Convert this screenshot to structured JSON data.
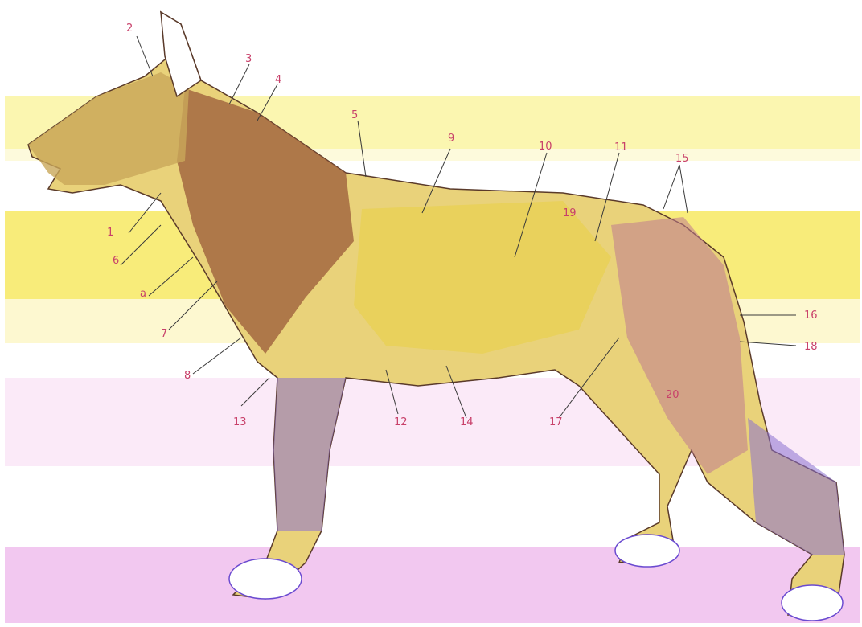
{
  "labels": [
    {
      "id": "1",
      "text": "1"
    },
    {
      "id": "2",
      "text": "2"
    },
    {
      "id": "3",
      "text": "3"
    },
    {
      "id": "4",
      "text": "4"
    },
    {
      "id": "5",
      "text": "5"
    },
    {
      "id": "6",
      "text": "6"
    },
    {
      "id": "7",
      "text": "7"
    },
    {
      "id": "8",
      "text": "8"
    },
    {
      "id": "9",
      "text": "9"
    },
    {
      "id": "10",
      "text": "10"
    },
    {
      "id": "11",
      "text": "11"
    },
    {
      "id": "12",
      "text": "12"
    },
    {
      "id": "13",
      "text": "13"
    },
    {
      "id": "14",
      "text": "14"
    },
    {
      "id": "15",
      "text": "15"
    },
    {
      "id": "16",
      "text": "16"
    },
    {
      "id": "17",
      "text": "17"
    },
    {
      "id": "18",
      "text": "18"
    },
    {
      "id": "19",
      "text": "19"
    },
    {
      "id": "20",
      "text": "20"
    },
    {
      "id": "a",
      "text": "a"
    }
  ],
  "colors": {
    "label": "#c8406a",
    "muscle_dark": "#8a4a2a",
    "muscle_yellow": "#d8c23a",
    "tendon_purple": "#7a3cc0",
    "band_yellow": "#fbf6b0",
    "band_pink": "#f2c8f0"
  }
}
